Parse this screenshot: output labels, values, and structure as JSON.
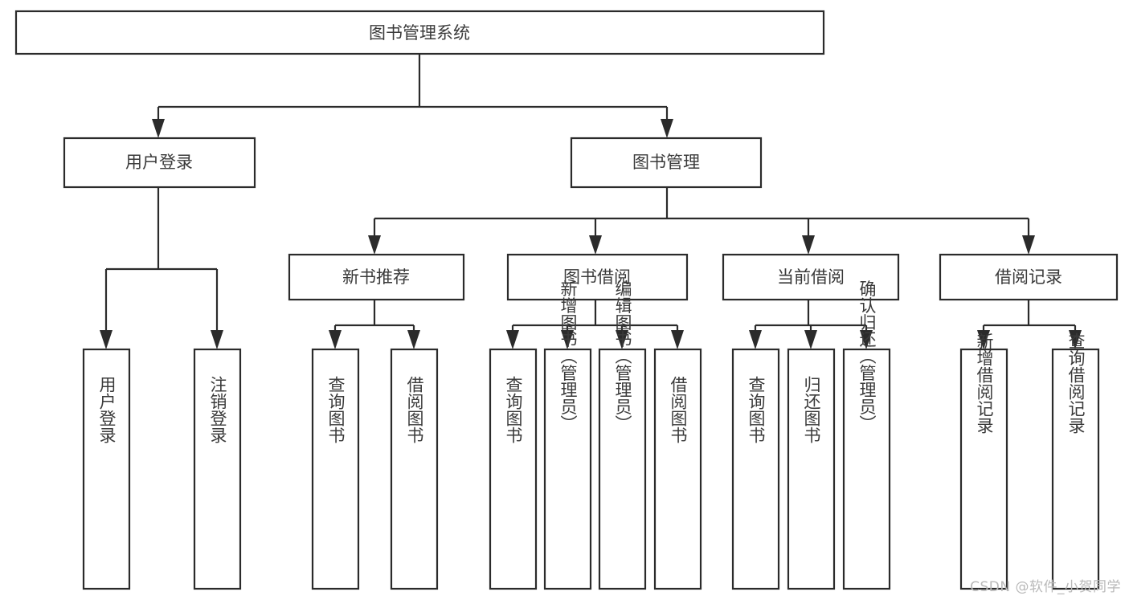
{
  "diagram": {
    "title": "图书管理系统",
    "type": "tree",
    "levels": 4,
    "root": {
      "id": "root",
      "label": "图书管理系统"
    },
    "level2": [
      {
        "id": "user-login",
        "label": "用户登录"
      },
      {
        "id": "book-manage",
        "label": "图书管理"
      }
    ],
    "level3": [
      {
        "id": "new-book-rec",
        "label": "新书推荐",
        "parent": "book-manage"
      },
      {
        "id": "book-borrow",
        "label": "图书借阅",
        "parent": "book-manage"
      },
      {
        "id": "current-borrow",
        "label": "当前借阅",
        "parent": "book-manage"
      },
      {
        "id": "borrow-record",
        "label": "借阅记录",
        "parent": "book-manage"
      }
    ],
    "leaves": [
      {
        "id": "leaf-user-login",
        "label": "用户登录",
        "parent": "user-login"
      },
      {
        "id": "leaf-logout-login",
        "label": "注销登录",
        "parent": "user-login"
      },
      {
        "id": "leaf-query-book-rec",
        "label": "查询图书",
        "parent": "new-book-rec"
      },
      {
        "id": "leaf-borrow-book-rec",
        "label": "借阅图书",
        "parent": "new-book-rec"
      },
      {
        "id": "leaf-query-book-borrow",
        "label": "查询图书",
        "parent": "book-borrow"
      },
      {
        "id": "leaf-add-book",
        "label": "新增图书（管理员）",
        "parent": "book-borrow"
      },
      {
        "id": "leaf-edit-book",
        "label": "编辑图书（管理员）",
        "parent": "book-borrow"
      },
      {
        "id": "leaf-borrow-book",
        "label": "借阅图书",
        "parent": "book-borrow"
      },
      {
        "id": "leaf-query-book-current",
        "label": "查询图书",
        "parent": "current-borrow"
      },
      {
        "id": "leaf-return-book",
        "label": "归还图书",
        "parent": "current-borrow"
      },
      {
        "id": "leaf-confirm-return",
        "label": "确认归还（管理员）",
        "parent": "current-borrow"
      },
      {
        "id": "leaf-add-record",
        "label": "新增借阅记录",
        "parent": "borrow-record"
      },
      {
        "id": "leaf-query-record",
        "label": "查询借阅记录",
        "parent": "borrow-record"
      }
    ]
  },
  "watermark": {
    "text": "CSDN @软件_小贺同学"
  },
  "colors": {
    "stroke": "#2b2b2b",
    "text": "#3a3a3a",
    "background": "#ffffff",
    "watermark": "#b9b9b9"
  }
}
